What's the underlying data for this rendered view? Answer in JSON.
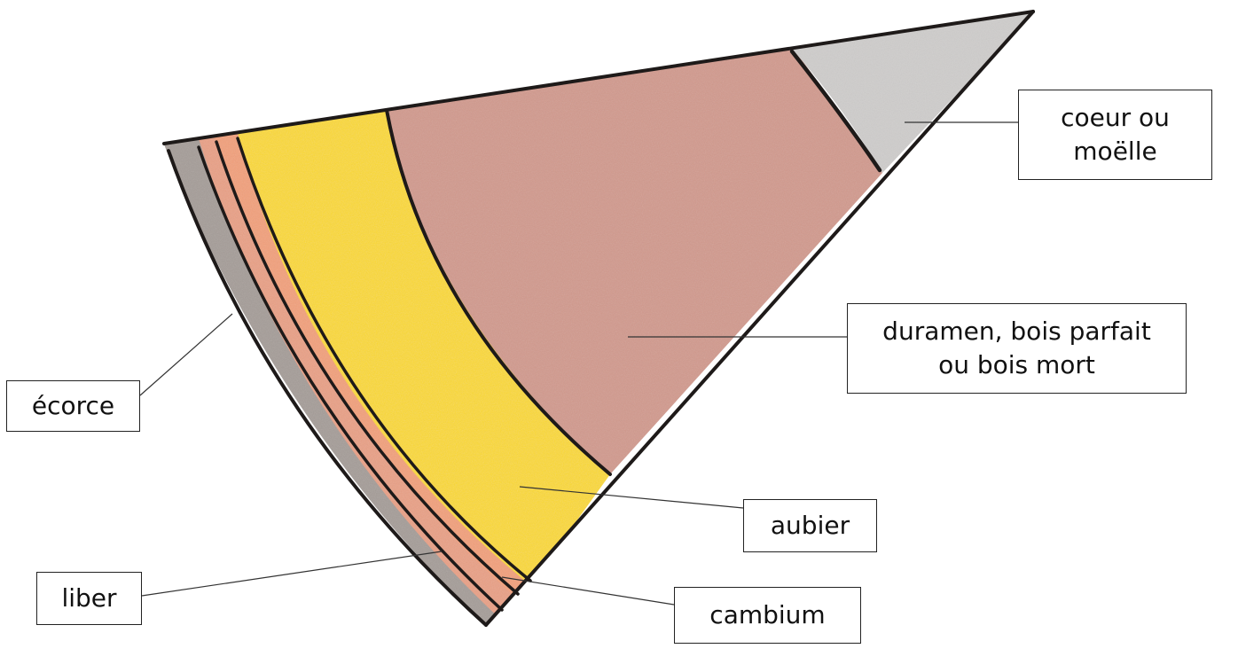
{
  "labels": {
    "coeur": {
      "line1": "coeur ou",
      "line2": "moëlle"
    },
    "duramen": {
      "line1": "duramen, bois parfait",
      "line2": "ou bois mort"
    },
    "ecorce": "écorce",
    "aubier": "aubier",
    "liber": "liber",
    "cambium": "cambium"
  },
  "colors": {
    "outline": "#1e1a19",
    "bark": "#a59d98",
    "liber": "#e9a085",
    "liber_stripe": "#d98b70",
    "cambium": "#f2a07a",
    "sapwood": "#fbd92e",
    "heartwood": "#d29a8d",
    "pith": "#cfcdcc"
  }
}
